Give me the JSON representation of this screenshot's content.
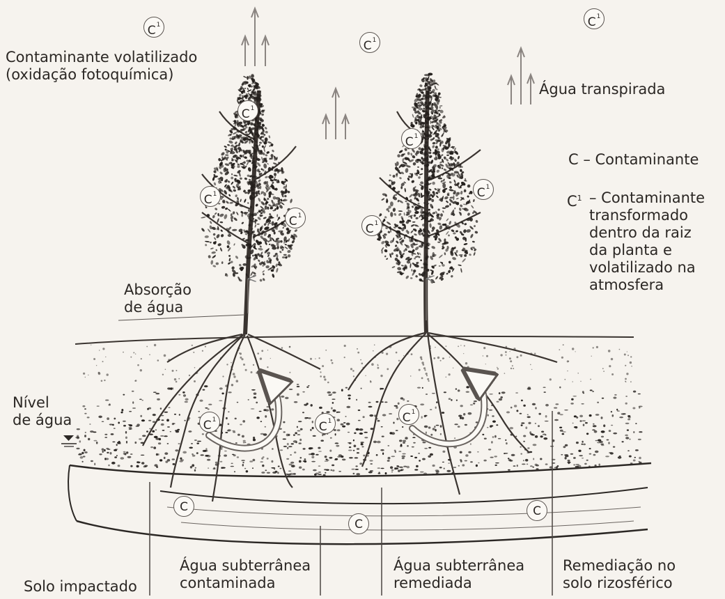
{
  "labels": {
    "volatilized": "Contaminante volatilizado\n(oxidação fotoquímica)",
    "transpired": "Água transpirada",
    "legend_c": "C – Contaminante",
    "legend_c1_symbol": "C",
    "legend_c1_text": "– Contaminante\ntransformado\ndentro da raiz\nda planta e\nvolatilizado na\natmosfera",
    "water_absorption": "Absorção\nde água",
    "water_level": "Nível\nde água",
    "impacted_soil": "Solo impactado",
    "contaminated_groundwater": "Água subterrânea\ncontaminada",
    "remediated_groundwater": "Água subterrânea\nremediada",
    "rhizosphere_remediation": "Remediação no\nsolo rizosférico"
  },
  "badges": {
    "c": "C",
    "c1": "C",
    "superscript": "1"
  },
  "colors": {
    "background": "#f6f3ee",
    "ink": "#2b2724",
    "foliage": "#231f1c"
  }
}
